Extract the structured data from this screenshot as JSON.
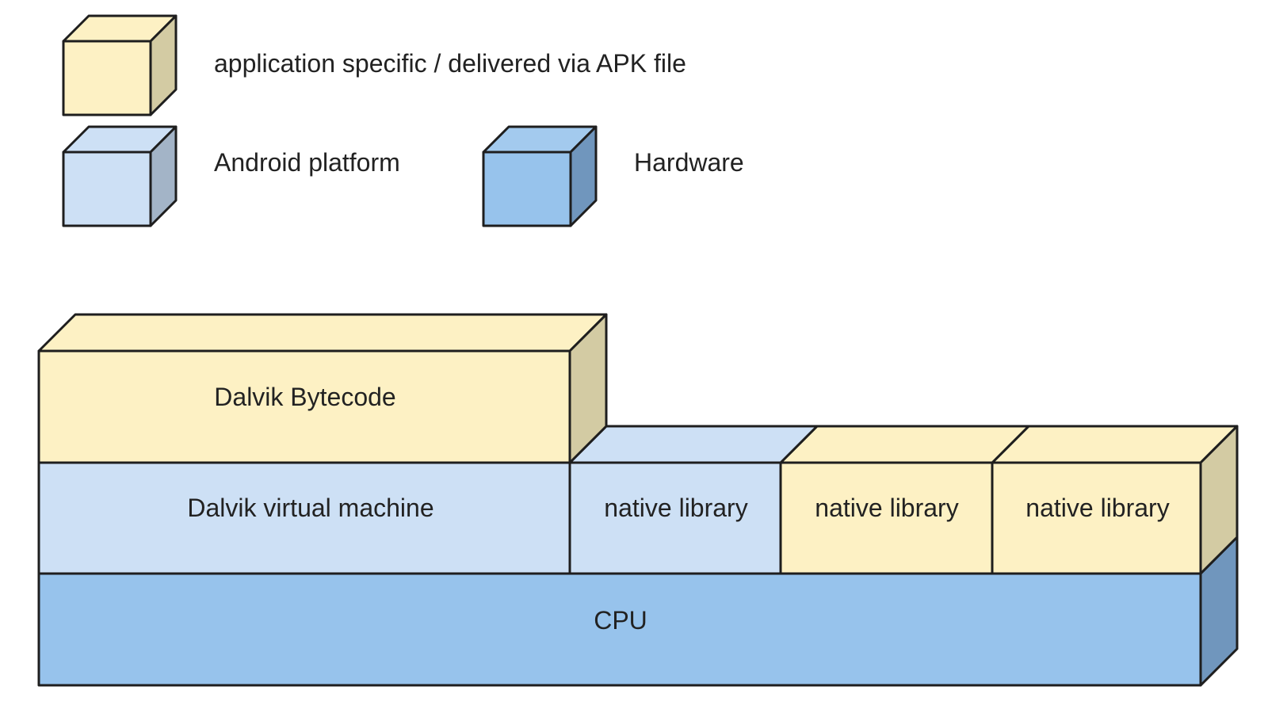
{
  "colors": {
    "app_front": "#fdf1c4",
    "app_top": "#fdf1c4",
    "app_side": "#d3cba3",
    "platform_front": "#cde0f5",
    "platform_top": "#cde0f5",
    "platform_side": "#a3b4c7",
    "hardware_front": "#97c3ec",
    "hardware_top": "#a3caee",
    "hardware_side": "#7096bd",
    "stroke": "#1e1e1e",
    "text": "#222222"
  },
  "legend": {
    "application": "application specific / delivered via APK file",
    "platform": "Android platform",
    "hardware": "Hardware"
  },
  "blocks": {
    "dalvik_bytecode": "Dalvik Bytecode",
    "dalvik_vm": "Dalvik virtual machine",
    "native_library_1": "native library",
    "native_library_2": "native library",
    "native_library_3": "native library",
    "cpu": "CPU"
  }
}
